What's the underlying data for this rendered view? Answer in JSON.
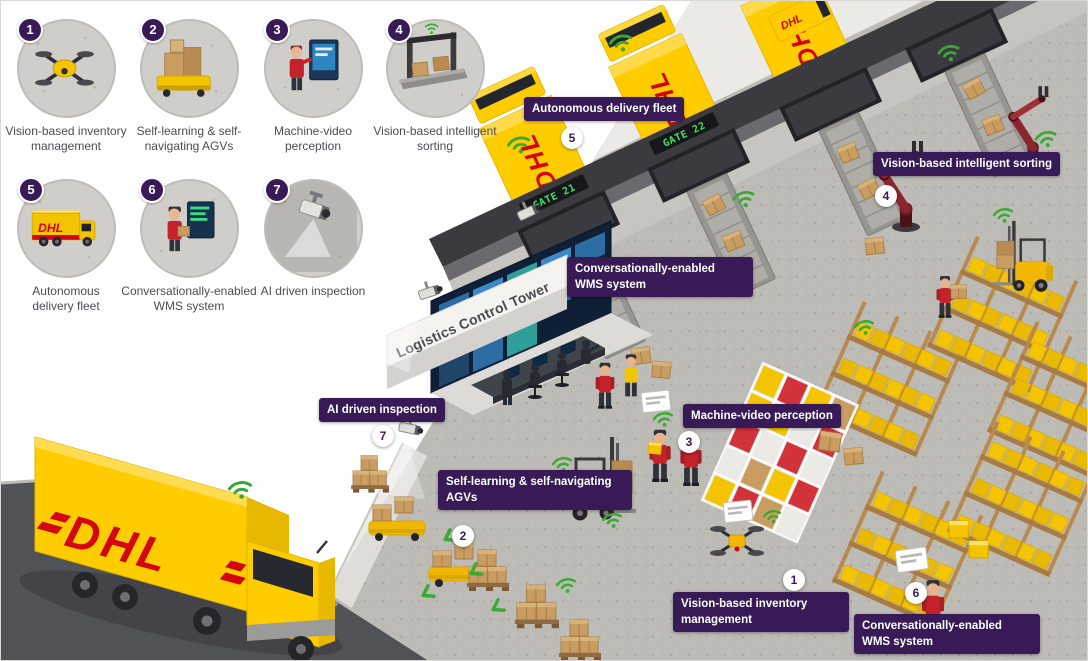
{
  "colors": {
    "dhl_yellow": "#FFCC00",
    "dhl_red": "#D40511",
    "label_purple": "#371A56",
    "wifi_green": "#3AAA35"
  },
  "legend": {
    "items": [
      {
        "number": "1",
        "label": "Vision-based inventory management",
        "icon": "drone-icon"
      },
      {
        "number": "2",
        "label": "Self-learning & self-navigating AGVs",
        "icon": "agv-icon"
      },
      {
        "number": "3",
        "label": "Machine-video perception",
        "icon": "video-screen-icon"
      },
      {
        "number": "4",
        "label": "Vision-based intelligent sorting",
        "icon": "sorting-conveyor-icon"
      },
      {
        "number": "5",
        "label": "Autonomous delivery fleet",
        "icon": "delivery-truck-icon"
      },
      {
        "number": "6",
        "label": "Conversationally-enabled WMS system",
        "icon": "wms-screen-icon"
      },
      {
        "number": "7",
        "label": "AI driven inspection",
        "icon": "cctv-camera-icon"
      }
    ]
  },
  "scene": {
    "control_tower_sign": "Logistics Control Tower",
    "gates": [
      "GATE 21",
      "GATE 22"
    ],
    "dhl_logo": "DHL",
    "labels": [
      {
        "number": "5",
        "text": "Autonomous delivery fleet"
      },
      {
        "number": "4",
        "text": "Vision-based intelligent sorting"
      },
      {
        "number": "",
        "text": "Conversationally-enabled WMS system"
      },
      {
        "number": "7",
        "text": "AI driven inspection"
      },
      {
        "number": "3",
        "text": "Machine-video perception"
      },
      {
        "number": "2",
        "text": "Self-learning & self-navigating AGVs"
      },
      {
        "number": "1",
        "text": "Vision-based inventory management"
      },
      {
        "number": "6",
        "text": "Conversationally-enabled WMS system"
      }
    ]
  }
}
